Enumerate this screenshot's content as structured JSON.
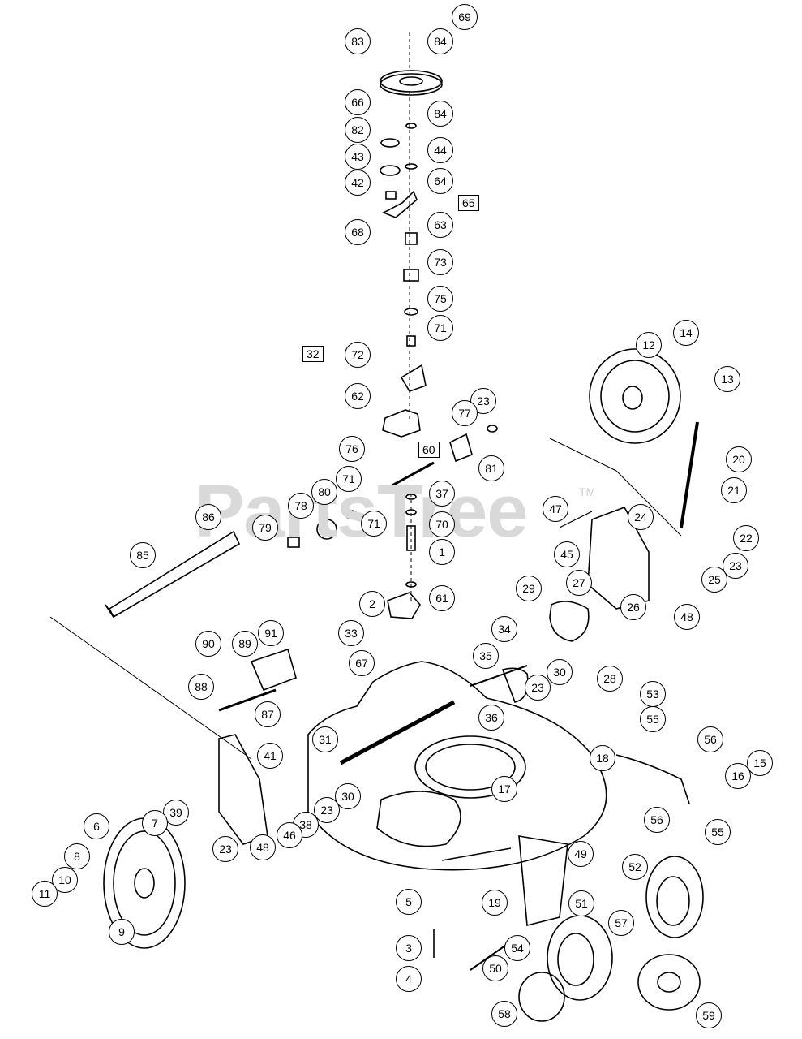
{
  "watermark": {
    "text": "PartsTree",
    "tm": "TM"
  },
  "box_refs": [
    "65",
    "32",
    "60"
  ],
  "callouts": [
    "69",
    "84",
    "83",
    "66",
    "84",
    "82",
    "44",
    "43",
    "42",
    "64",
    "68",
    "63",
    "73",
    "75",
    "71",
    "72",
    "62",
    "23",
    "77",
    "81",
    "76",
    "71",
    "37",
    "80",
    "78",
    "71",
    "70",
    "79",
    "1",
    "2",
    "33",
    "61",
    "67",
    "86",
    "85",
    "90",
    "89",
    "91",
    "88",
    "87",
    "12",
    "14",
    "13",
    "20",
    "21",
    "47",
    "24",
    "22",
    "45",
    "23",
    "25",
    "27",
    "29",
    "26",
    "48",
    "34",
    "35",
    "30",
    "23",
    "28",
    "53",
    "55",
    "56",
    "36",
    "31",
    "41",
    "30",
    "23",
    "38",
    "18",
    "15",
    "16",
    "17",
    "56",
    "55",
    "39",
    "7",
    "6",
    "46",
    "48",
    "23",
    "49",
    "52",
    "8",
    "10",
    "11",
    "9",
    "5",
    "19",
    "51",
    "57",
    "3",
    "54",
    "4",
    "50",
    "58",
    "59"
  ]
}
